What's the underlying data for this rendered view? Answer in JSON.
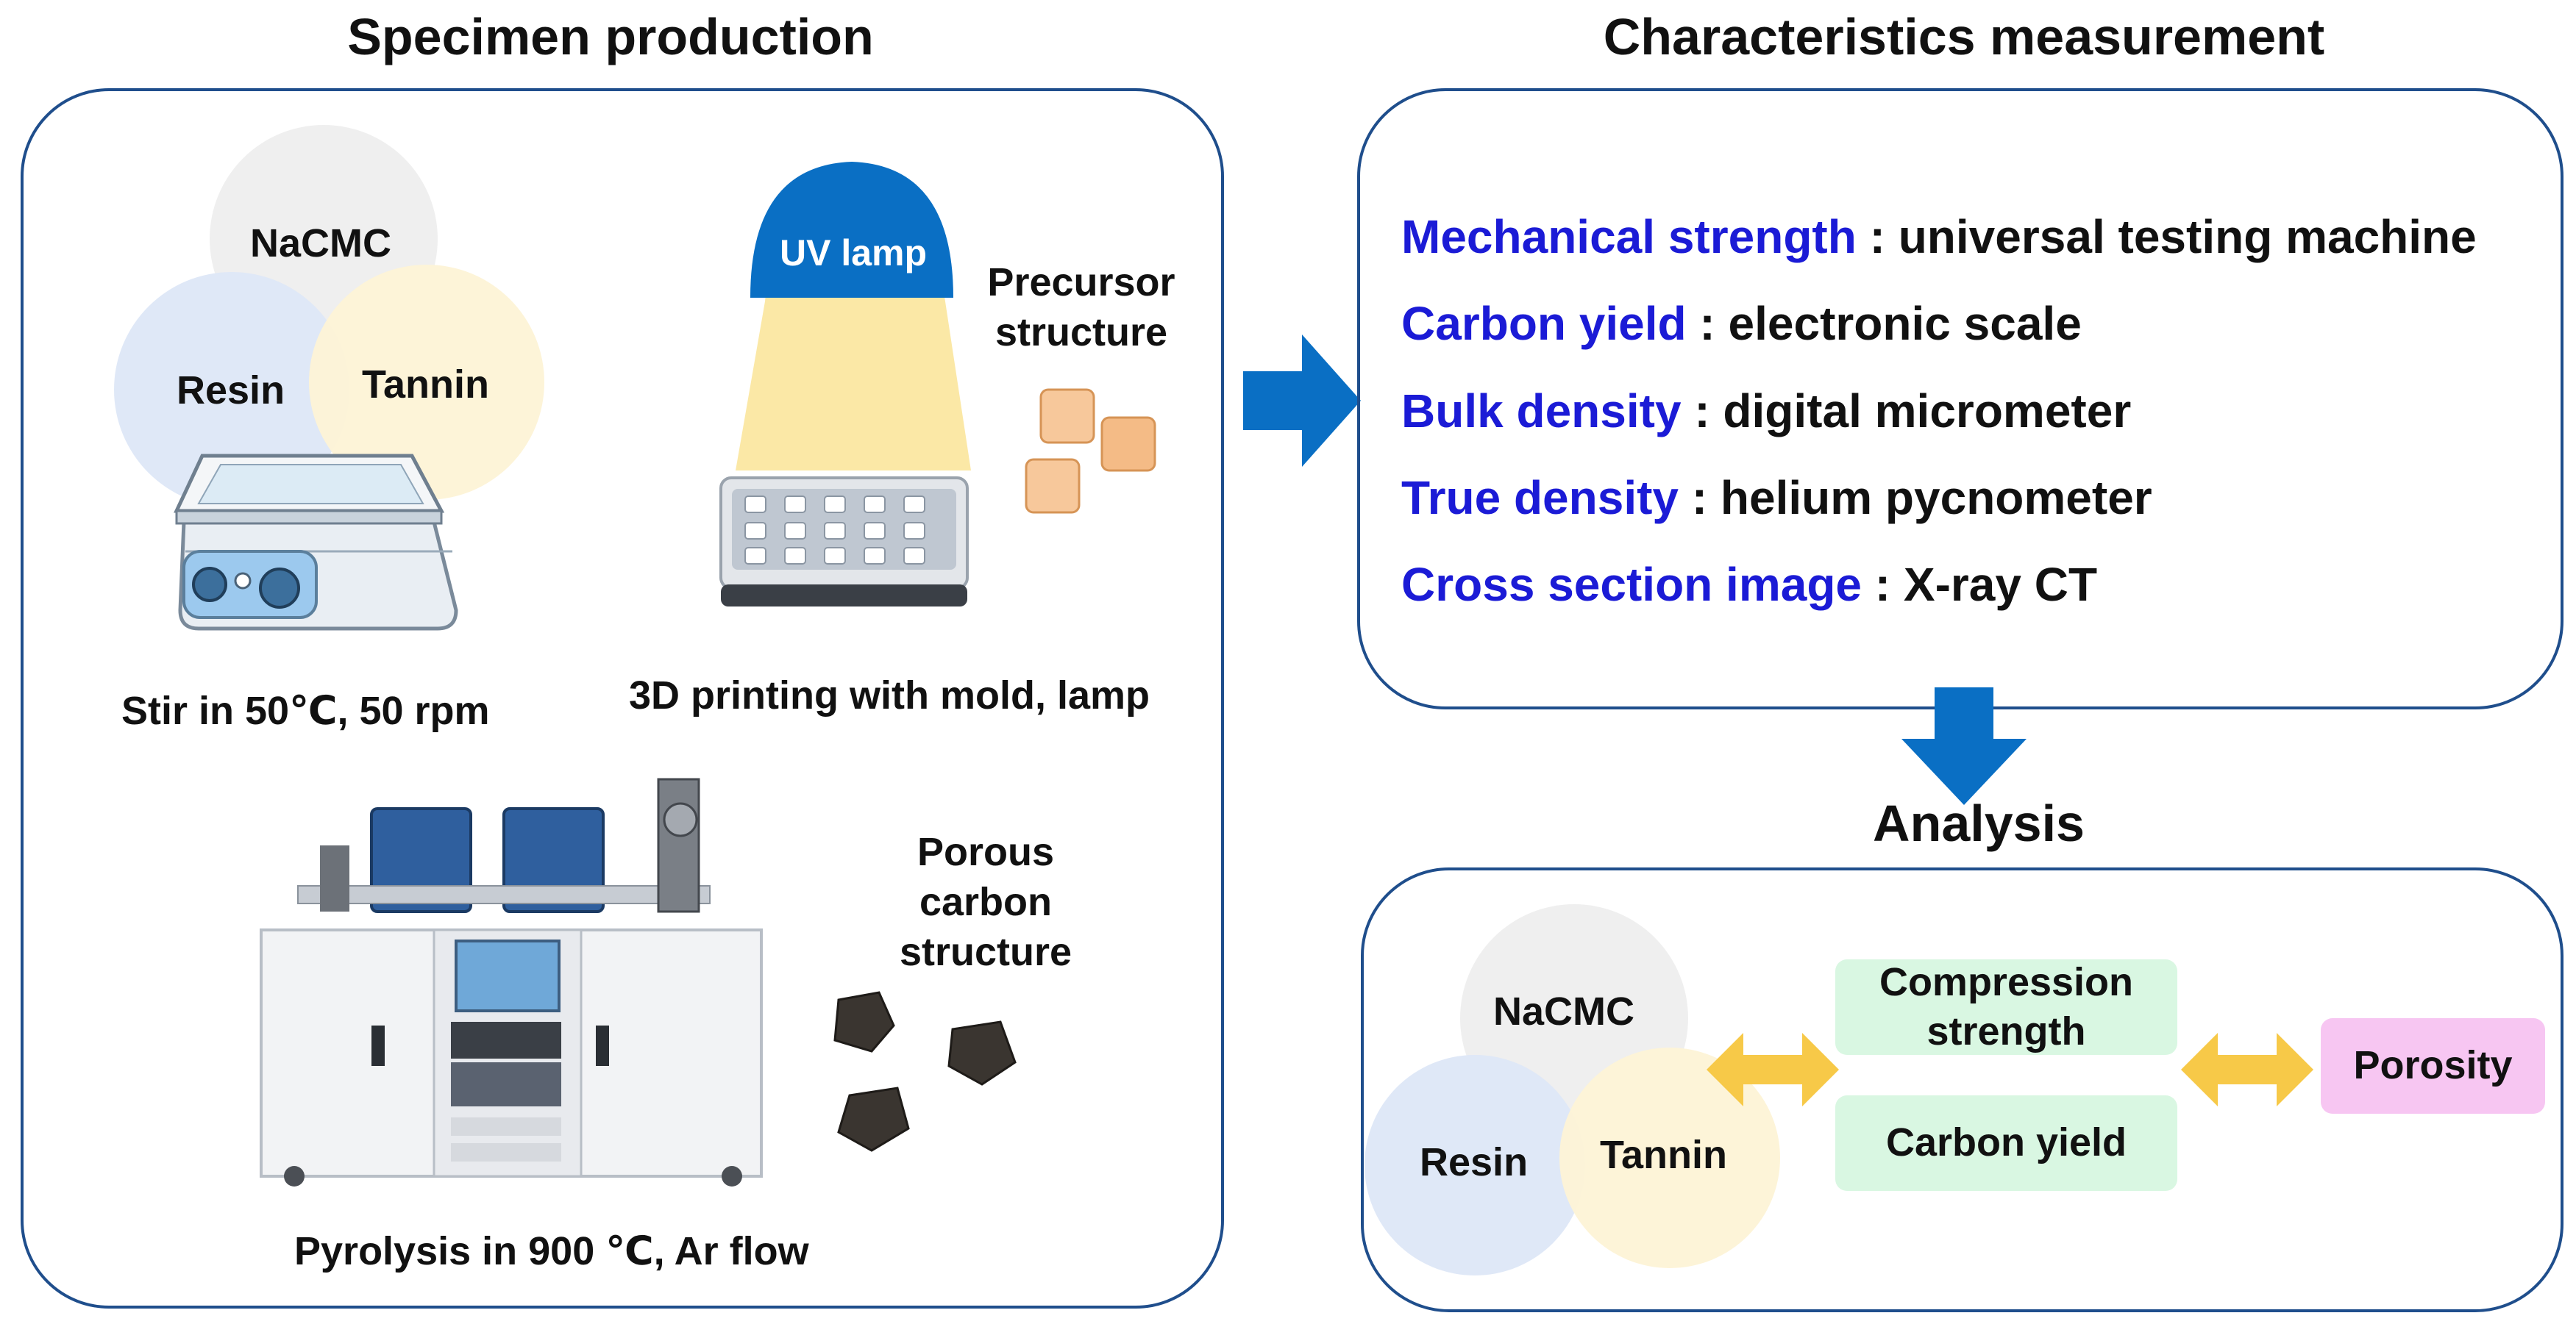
{
  "titles": {
    "specimen": "Specimen production",
    "characteristics": "Characteristics measurement",
    "analysis": "Analysis"
  },
  "specimen": {
    "circles": {
      "top": "NaCMC",
      "left": "Resin",
      "right": "Tannin"
    },
    "stir_caption": "Stir in 50℃, 50 rpm",
    "uv_lamp": "UV lamp",
    "precursor_line1": "Precursor",
    "precursor_line2": "structure",
    "printing_caption": "3D printing with mold, lamp",
    "porous_line1": "Porous",
    "porous_line2": "carbon",
    "porous_line3": "structure",
    "pyrolysis_caption": "Pyrolysis in 900 ℃, Ar flow"
  },
  "measurements": [
    {
      "property": "Mechanical strength",
      "method": "universal testing machine"
    },
    {
      "property": "Carbon yield",
      "method": "electronic scale"
    },
    {
      "property": "Bulk density",
      "method": "digital micrometer"
    },
    {
      "property": "True density",
      "method": "helium pycnometer"
    },
    {
      "property": "Cross section image",
      "method": "X-ray CT"
    }
  ],
  "separator": " : ",
  "analysis": {
    "circles": {
      "top": "NaCMC",
      "left": "Resin",
      "right": "Tannin"
    },
    "compression_line1": "Compression",
    "compression_line2": "strength",
    "carbon_yield": "Carbon yield",
    "porosity": "Porosity"
  },
  "colors": {
    "frame": "#1f4e8c",
    "arrow_blue": "#0a6fc4",
    "property_text": "#1b1bd6",
    "double_arrow": "#f7c948",
    "green_box": "#d9f7e2",
    "pink_box": "#f7c6f2",
    "circle_gray": "#efefef",
    "circle_blue": "#dde7f7",
    "circle_yellow": "#fdf3d6"
  }
}
